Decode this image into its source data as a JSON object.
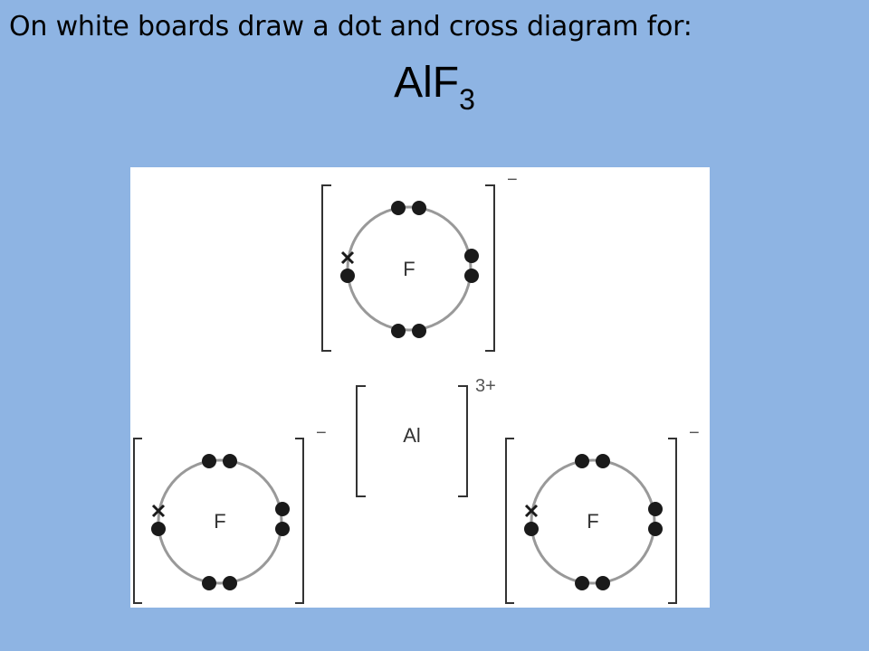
{
  "instruction": "On white boards draw a dot and cross diagram for:",
  "formula": {
    "base": "AlF",
    "subscript": "3"
  },
  "diagram": {
    "fluoride_ions": [
      {
        "symbol": "F",
        "charge": "−",
        "outer_electrons": {
          "dots": 7,
          "crosses": 1
        }
      },
      {
        "symbol": "F",
        "charge": "−",
        "outer_electrons": {
          "dots": 7,
          "crosses": 1
        }
      },
      {
        "symbol": "F",
        "charge": "−",
        "outer_electrons": {
          "dots": 7,
          "crosses": 1
        }
      }
    ],
    "aluminium_ion": {
      "symbol": "Al",
      "charge": "3+"
    }
  },
  "colors": {
    "background": "#8eb4e3",
    "shell": "#999999",
    "electron": "#1a1a1a",
    "bracket": "#333333"
  }
}
